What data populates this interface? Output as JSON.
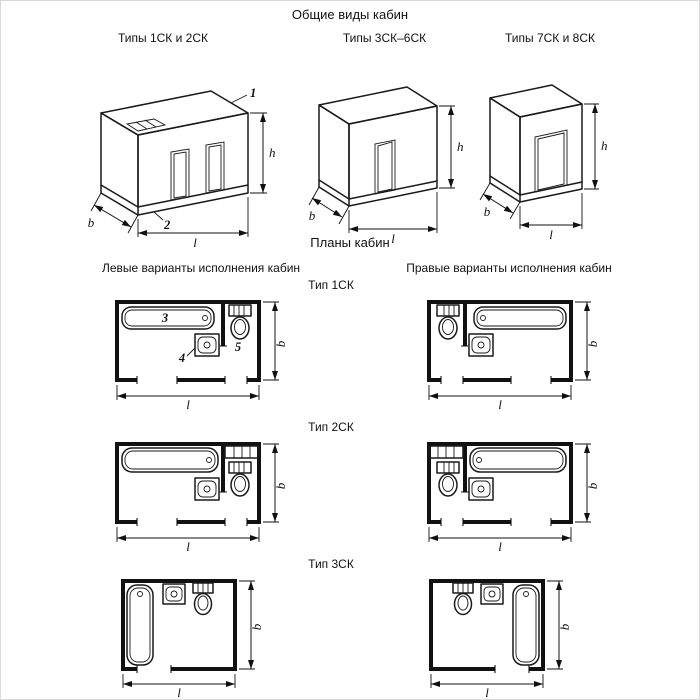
{
  "page": {
    "overview_title": "Общие виды кабин",
    "plans_title": "Планы кабин"
  },
  "overview": {
    "views": [
      {
        "caption": "Типы 1СК и 2СК",
        "callout_1": "1",
        "callout_2": "2",
        "dim_h": "h",
        "dim_b": "b",
        "dim_l": "l"
      },
      {
        "caption": "Типы 3СК–6СК",
        "dim_h": "h",
        "dim_b": "b",
        "dim_l": "l"
      },
      {
        "caption": "Типы 7СК и 8СК",
        "dim_h": "h",
        "dim_b": "b",
        "dim_l": "l"
      }
    ]
  },
  "plans": {
    "left_header": "Левые варианты исполнения кабин",
    "right_header": "Правые варианты исполнения кабин",
    "rows": [
      {
        "type_label": "Тип 1СК",
        "callout_bath": "3",
        "callout_basin": "4",
        "callout_toilet": "5",
        "left": {
          "dim_l": "l",
          "dim_b": "b"
        },
        "right": {
          "dim_l": "l",
          "dim_b": "b"
        }
      },
      {
        "type_label": "Тип 2СК",
        "left": {
          "dim_l": "l",
          "dim_b": "b"
        },
        "right": {
          "dim_l": "l",
          "dim_b": "b"
        }
      },
      {
        "type_label": "Тип 3СК",
        "left": {
          "dim_l": "l",
          "dim_b": "b"
        },
        "right": {
          "dim_l": "l",
          "dim_b": "b"
        }
      }
    ]
  }
}
